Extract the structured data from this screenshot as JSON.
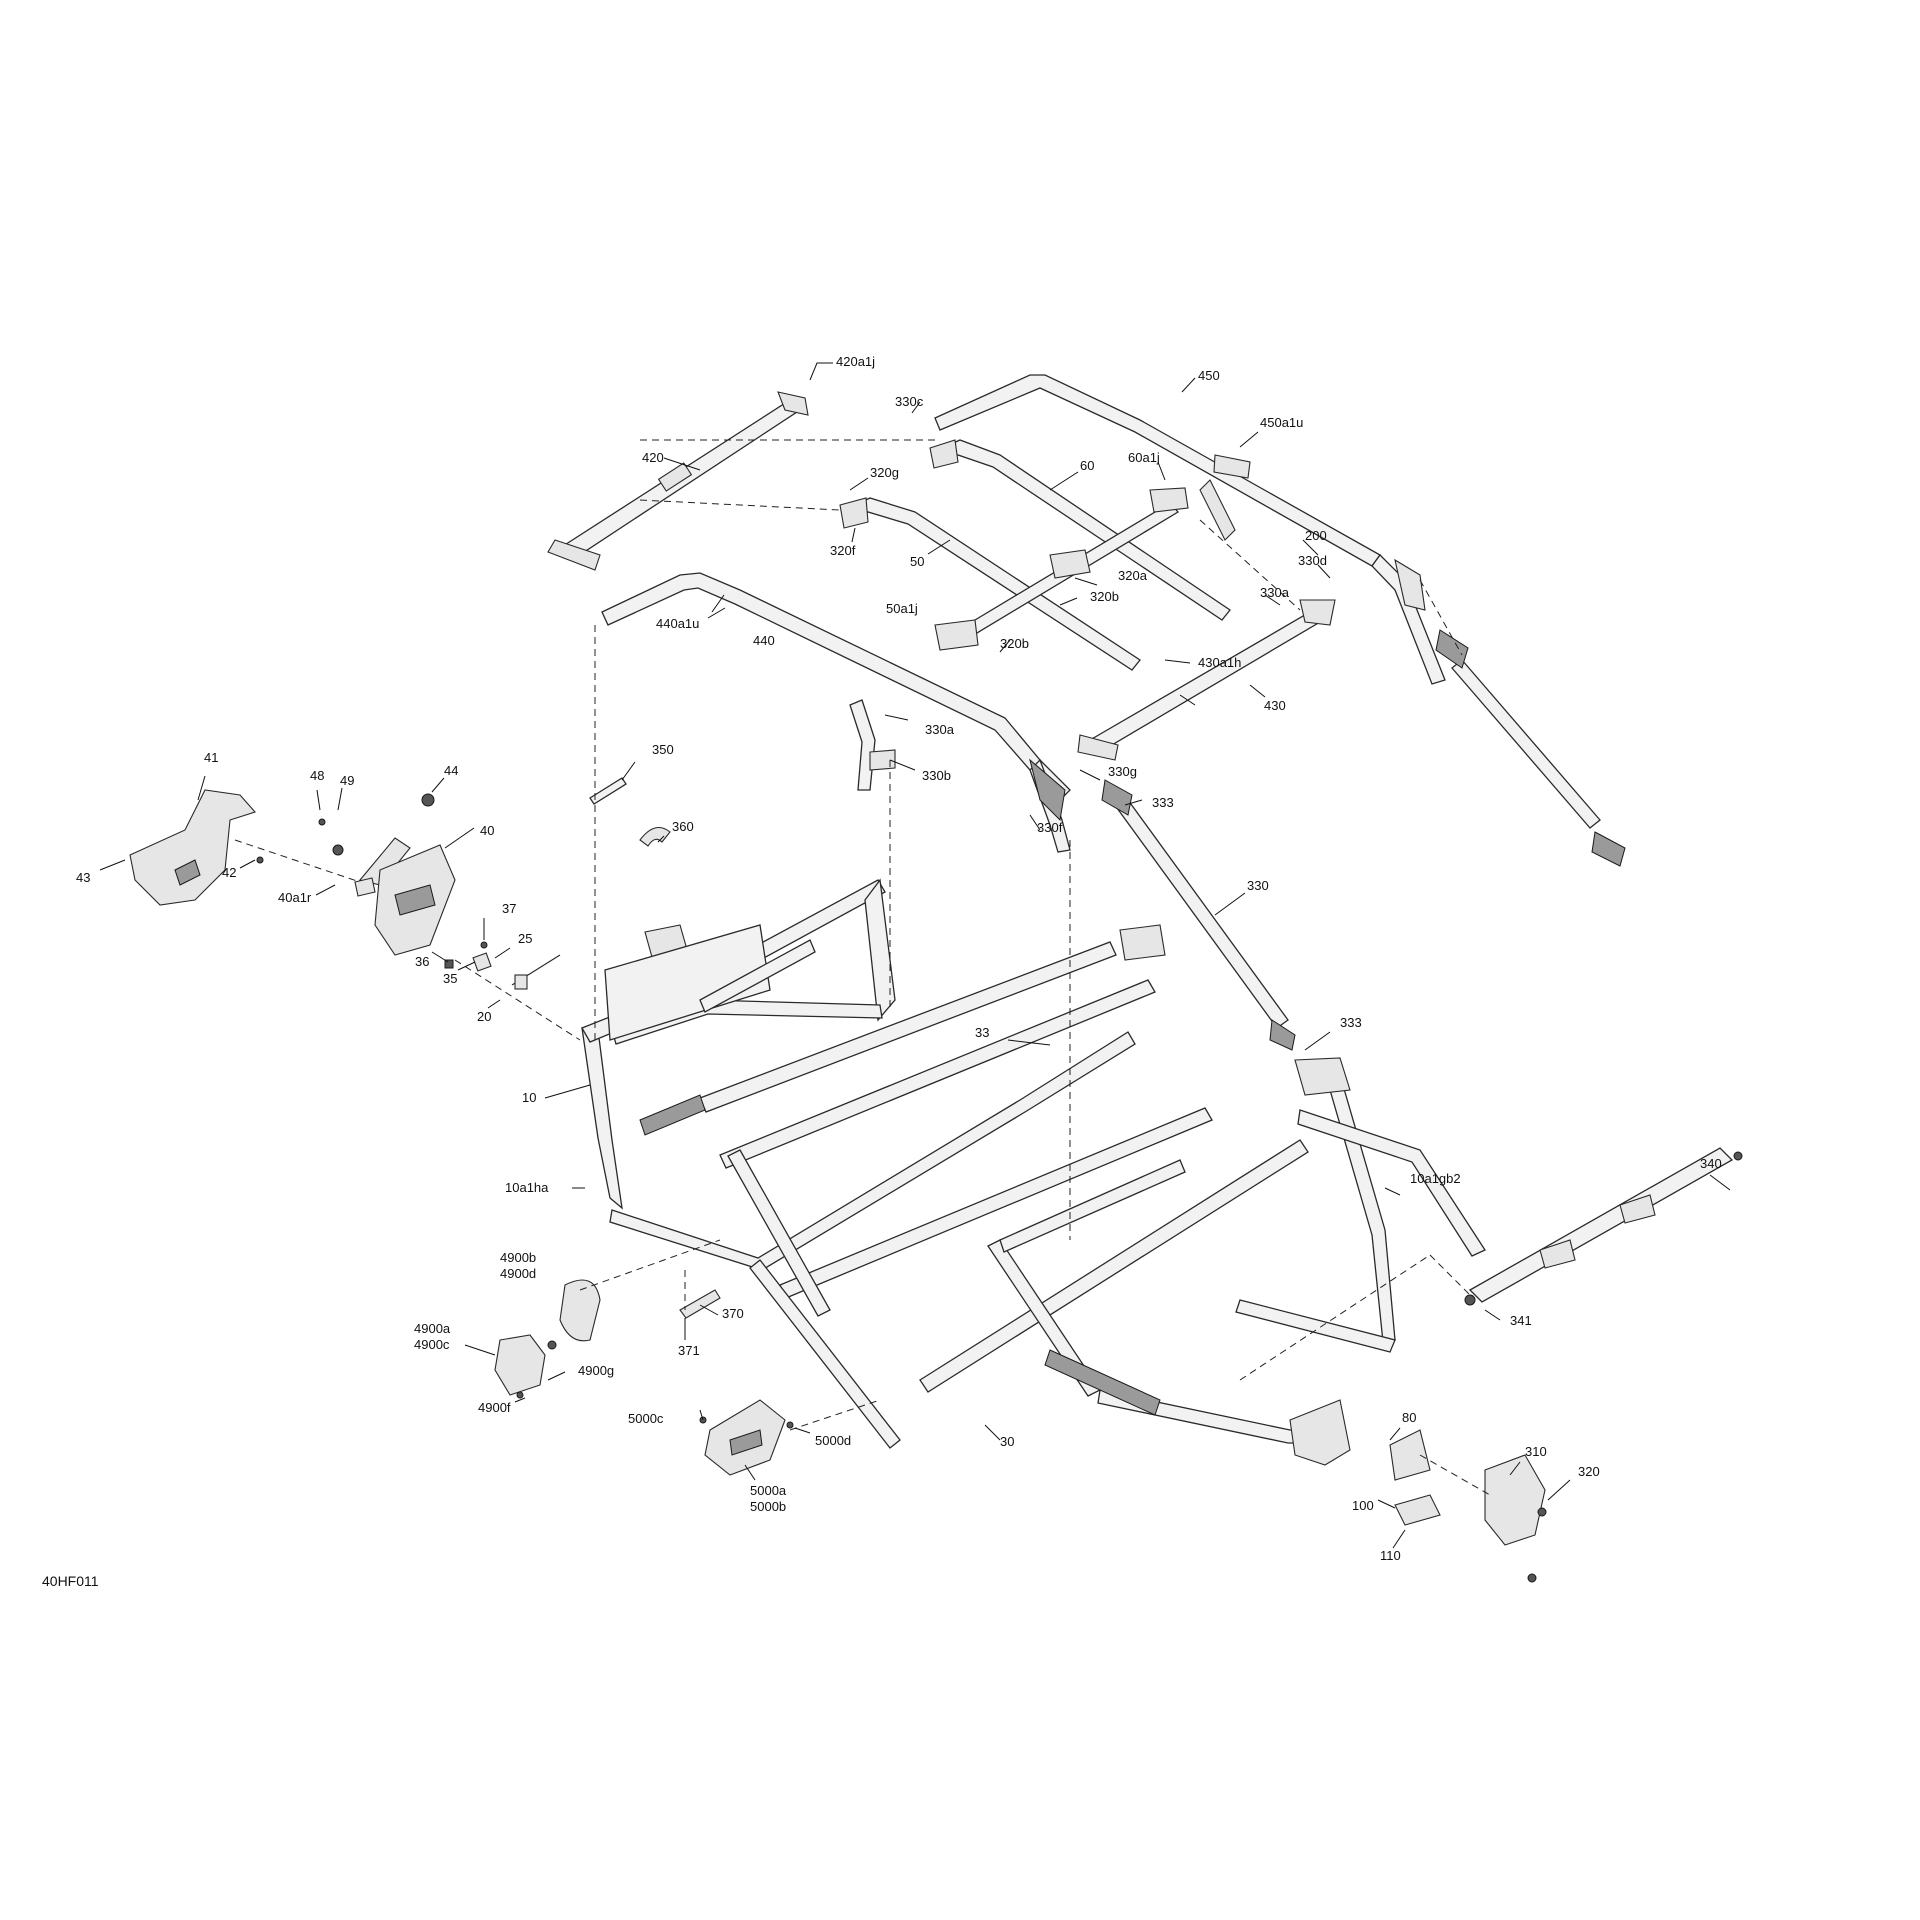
{
  "figure_code": "40HF011",
  "callouts": [
    {
      "id": "420a1j",
      "text": "420a1j"
    },
    {
      "id": "330c",
      "text": "330c"
    },
    {
      "id": "450",
      "text": "450"
    },
    {
      "id": "450a1u",
      "text": "450a1u"
    },
    {
      "id": "420",
      "text": "420"
    },
    {
      "id": "320g-top",
      "text": "320g"
    },
    {
      "id": "60",
      "text": "60"
    },
    {
      "id": "60a1j",
      "text": "60a1j"
    },
    {
      "id": "320f",
      "text": "320f"
    },
    {
      "id": "50",
      "text": "50"
    },
    {
      "id": "200",
      "text": "200"
    },
    {
      "id": "330d",
      "text": "330d"
    },
    {
      "id": "320a",
      "text": "320a"
    },
    {
      "id": "320b-a",
      "text": "320b"
    },
    {
      "id": "330a-a",
      "text": "330a"
    },
    {
      "id": "50a1j",
      "text": "50a1j"
    },
    {
      "id": "440a1u",
      "text": "440a1u"
    },
    {
      "id": "320b-b",
      "text": "320b"
    },
    {
      "id": "440",
      "text": "440"
    },
    {
      "id": "430a1h",
      "text": "430a1h"
    },
    {
      "id": "430",
      "text": "430"
    },
    {
      "id": "330a-b",
      "text": "330a"
    },
    {
      "id": "350",
      "text": "350"
    },
    {
      "id": "330b",
      "text": "330b"
    },
    {
      "id": "330g",
      "text": "330g"
    },
    {
      "id": "41",
      "text": "41"
    },
    {
      "id": "48",
      "text": "48"
    },
    {
      "id": "49",
      "text": "49"
    },
    {
      "id": "44",
      "text": "44"
    },
    {
      "id": "333-a",
      "text": "333"
    },
    {
      "id": "360",
      "text": "360"
    },
    {
      "id": "40",
      "text": "40"
    },
    {
      "id": "330f",
      "text": "330f"
    },
    {
      "id": "43",
      "text": "43"
    },
    {
      "id": "42",
      "text": "42"
    },
    {
      "id": "40a1r",
      "text": "40a1r"
    },
    {
      "id": "330",
      "text": "330"
    },
    {
      "id": "37",
      "text": "37"
    },
    {
      "id": "36",
      "text": "36"
    },
    {
      "id": "25",
      "text": "25"
    },
    {
      "id": "35",
      "text": "35"
    },
    {
      "id": "20",
      "text": "20"
    },
    {
      "id": "333-b",
      "text": "333"
    },
    {
      "id": "33",
      "text": "33"
    },
    {
      "id": "10",
      "text": "10"
    },
    {
      "id": "340",
      "text": "340"
    },
    {
      "id": "10a1gb2",
      "text": "10a1gb2"
    },
    {
      "id": "10a1ha",
      "text": "10a1ha"
    },
    {
      "id": "4900b",
      "text": "4900b"
    },
    {
      "id": "4900d",
      "text": "4900d"
    },
    {
      "id": "341",
      "text": "341"
    },
    {
      "id": "370",
      "text": "370"
    },
    {
      "id": "371",
      "text": "371"
    },
    {
      "id": "4900a",
      "text": "4900a"
    },
    {
      "id": "4900c",
      "text": "4900c"
    },
    {
      "id": "4900g",
      "text": "4900g"
    },
    {
      "id": "4900f",
      "text": "4900f"
    },
    {
      "id": "5000c",
      "text": "5000c"
    },
    {
      "id": "5000d",
      "text": "5000d"
    },
    {
      "id": "30",
      "text": "30"
    },
    {
      "id": "80",
      "text": "80"
    },
    {
      "id": "310",
      "text": "310"
    },
    {
      "id": "320",
      "text": "320"
    },
    {
      "id": "100",
      "text": "100"
    },
    {
      "id": "5000a",
      "text": "5000a"
    },
    {
      "id": "5000b",
      "text": "5000b"
    },
    {
      "id": "110",
      "text": "110"
    }
  ]
}
